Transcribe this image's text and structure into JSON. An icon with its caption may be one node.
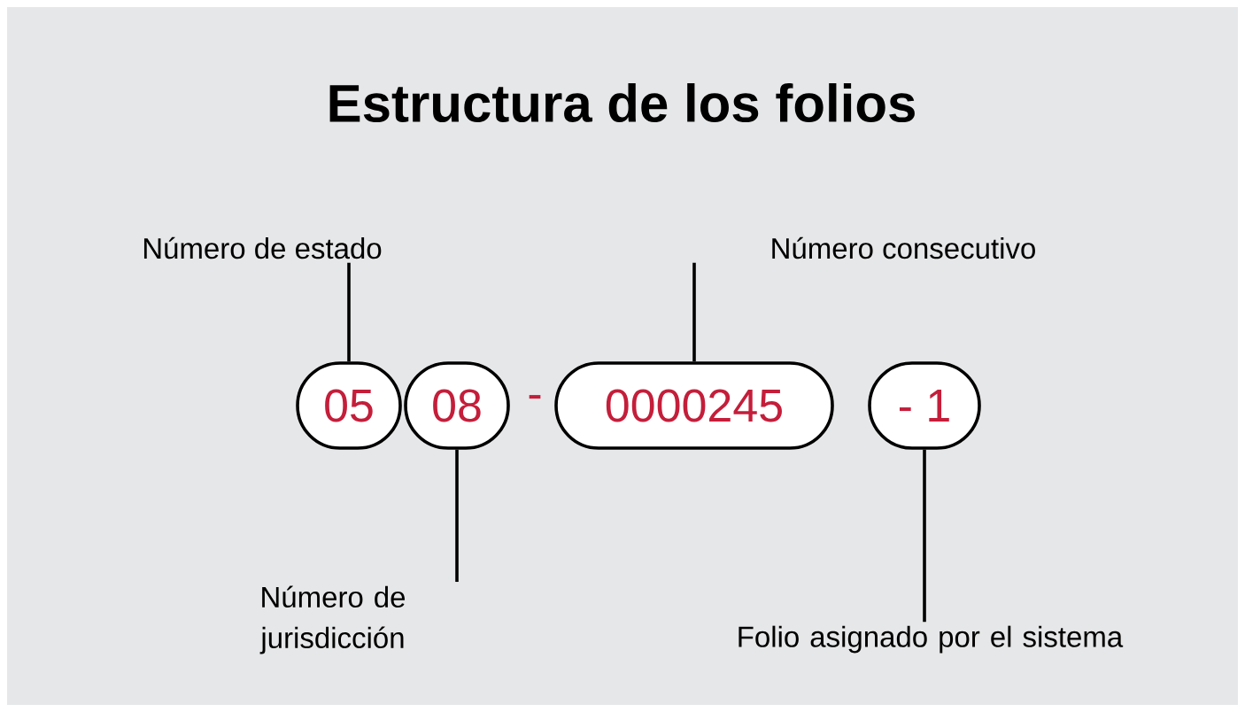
{
  "diagram": {
    "title": "Estructura de los folios",
    "nodes": [
      {
        "text": [
          "Número de estado"
        ]
      },
      {
        "text": [
          "Número consecutivo"
        ]
      },
      {
        "text": [
          "05"
        ]
      },
      {
        "text": [
          "08"
        ]
      },
      {
        "text": [
          "0000245"
        ]
      },
      {
        "text": [
          "- 1"
        ]
      },
      {
        "text": [
          "Número de jurisdicción"
        ]
      },
      {
        "text": [
          "Folio asignado por el sistema"
        ]
      }
    ],
    "edges": [
      {
        "from": 0,
        "to": 2,
        "arrow": "none"
      },
      {
        "from": 1,
        "to": 4,
        "arrow": "none"
      },
      {
        "from": 6,
        "to": 3,
        "arrow": "none"
      },
      {
        "from": 7,
        "to": 5,
        "arrow": "none"
      }
    ],
    "labels": [
      "-"
    ]
  }
}
